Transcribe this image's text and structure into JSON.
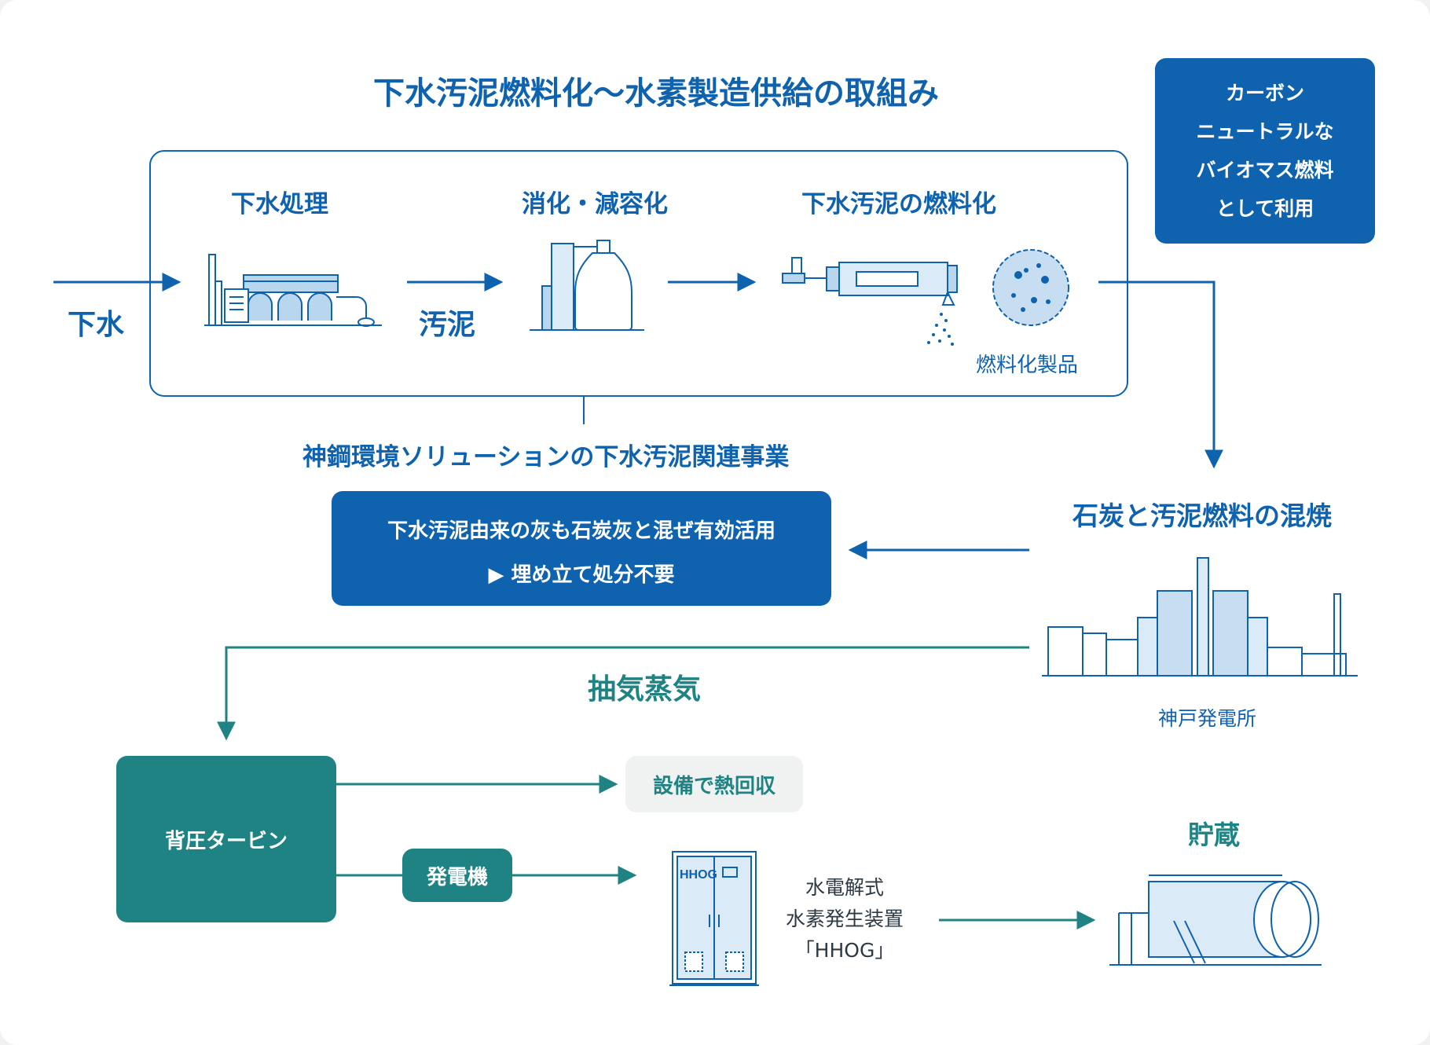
{
  "title": "下水汚泥燃料化〜水素製造供給の取組み",
  "carbon_box": [
    "カーボン",
    "ニュートラルな",
    "バイオマス燃料",
    "として利用"
  ],
  "flow": {
    "input": "下水",
    "step1": "下水処理",
    "sludge": "汚泥",
    "step2": "消化・減容化",
    "step3": "下水汚泥の燃料化",
    "product": "燃料化製品",
    "group_caption": "神鋼環境ソリューションの下水汚泥関連事業"
  },
  "cofiring": {
    "title": "石炭と汚泥燃料の混焼",
    "plant": "神戸発電所"
  },
  "ash_box": {
    "line1": "下水汚泥由来の灰も石炭灰と混ぜ有効活用",
    "line2": "▶ 埋め立て処分不要"
  },
  "steam": "抽気蒸気",
  "turbine": "背圧タービン",
  "heat_recovery": "設備で熱回収",
  "generator": "発電機",
  "hhog": {
    "label_lines": [
      "水電解式",
      "水素発生装置",
      "「HHOG」"
    ],
    "device_text": "HHOG"
  },
  "storage": "貯蔵",
  "colors": {
    "blue": "#0f62ad",
    "teal": "#1f8384",
    "light_blue": "#b9d6ef",
    "light_gray": "#f0f2f2"
  }
}
